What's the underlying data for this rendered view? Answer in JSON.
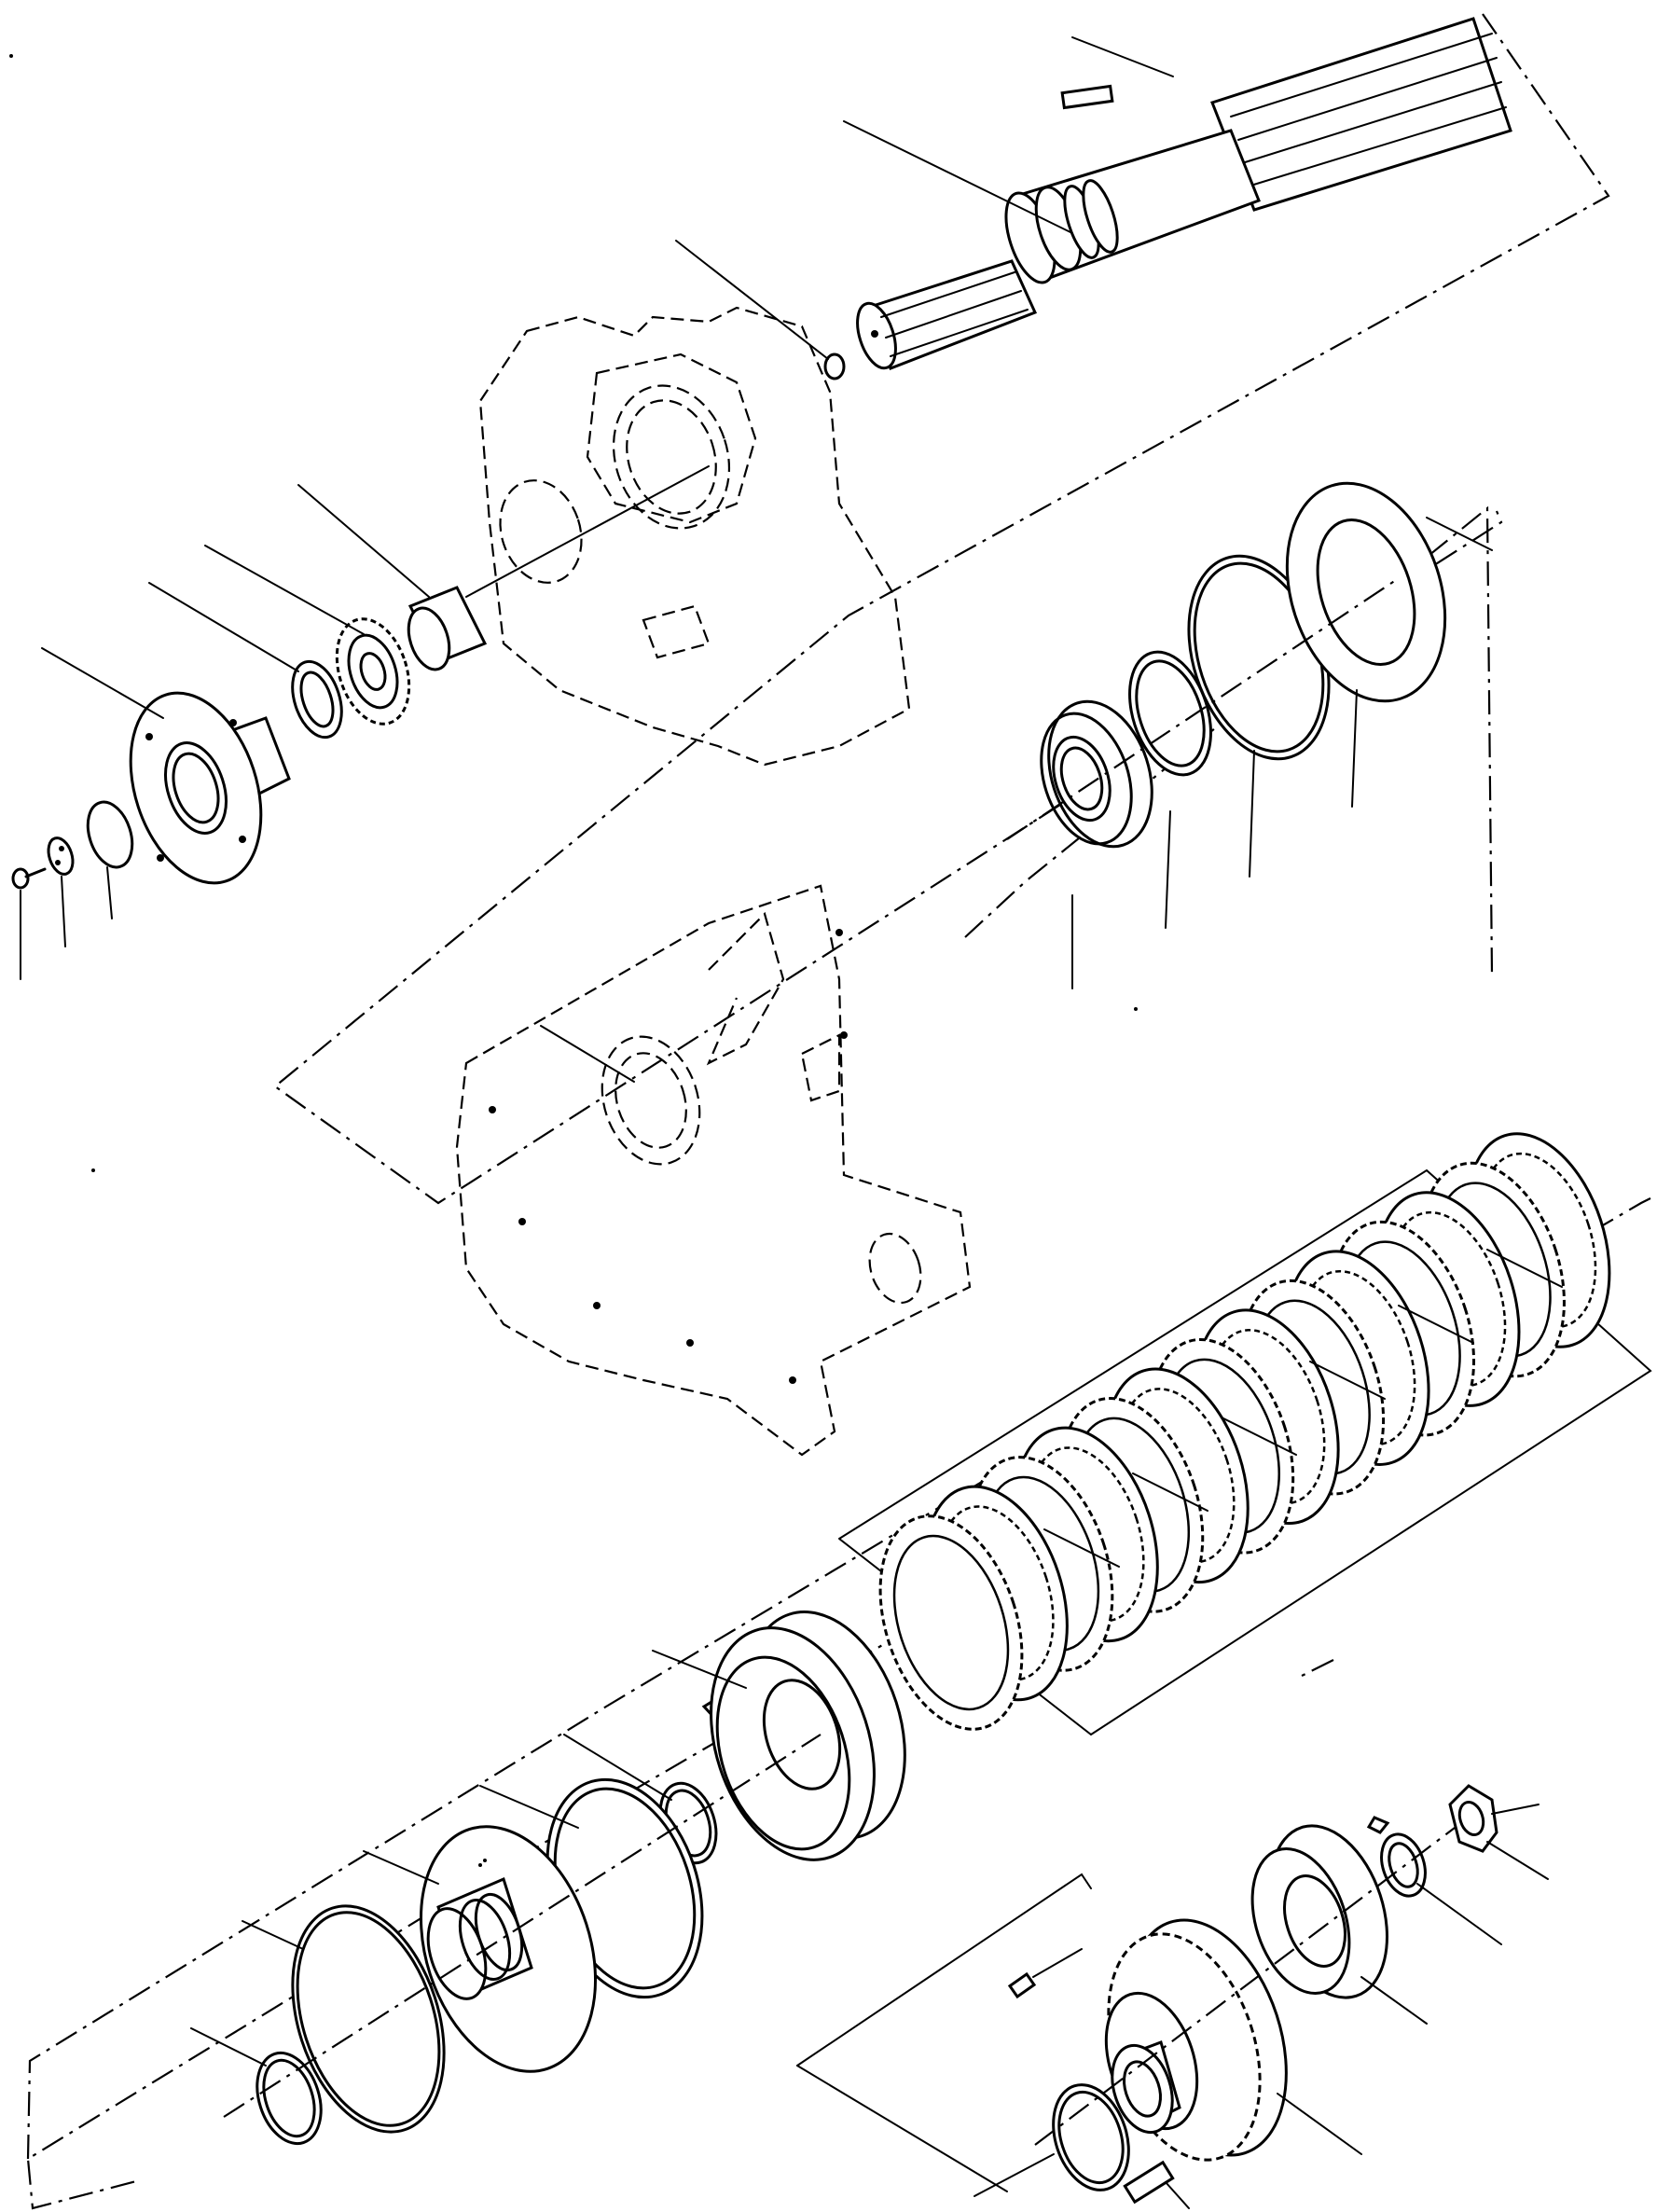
{
  "diagram": {
    "kind": "exploded-parts-drawing",
    "labels": [],
    "colors": {
      "ink": "#000000",
      "paper": "#ffffff"
    },
    "parts": [
      "key",
      "output-shaft",
      "plug",
      "housing",
      "sleeve",
      "gear",
      "ring",
      "flange",
      "washer",
      "lock-plate",
      "bolt",
      "bearing",
      "snap-ring",
      "seal-ring",
      "thrust-washer",
      "clutch-pack",
      "clutch-drum",
      "o-ring",
      "seal",
      "piston",
      "o-ring-large",
      "snap-ring-small",
      "hub",
      "set-screw",
      "o-ring-hub",
      "dowel",
      "backing-plate",
      "lock-washer",
      "nut"
    ]
  }
}
